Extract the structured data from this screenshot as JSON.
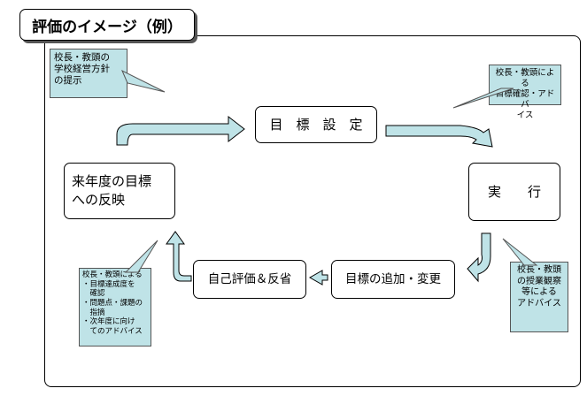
{
  "title": "評価のイメージ（例）",
  "nodes": {
    "goal_setting": "目　標　設　定",
    "execution": "実　　行",
    "next_year": "来年度の目標\nへの反映",
    "self_eval": "自己評価＆反省",
    "add_change": "目標の追加・変更"
  },
  "notes": {
    "principal_policy": "校長・教頭の\n学校経営方針\nの提示",
    "goal_advice": "校長・教頭による\n目標確認・アドバ\nイス",
    "class_obs_advice": "校長・教頭\nの授業観察\n等による\nアドバイス",
    "eval_advice": "校長・教頭による\n・目標達成度を\n　確認\n・問題点・課題の\n　指摘\n・次年度に向け\n　てのアドバイス"
  },
  "colors": {
    "note_fill": "#bfe3e7",
    "arrow_fill": "#bfe3e7",
    "border": "#000000"
  }
}
